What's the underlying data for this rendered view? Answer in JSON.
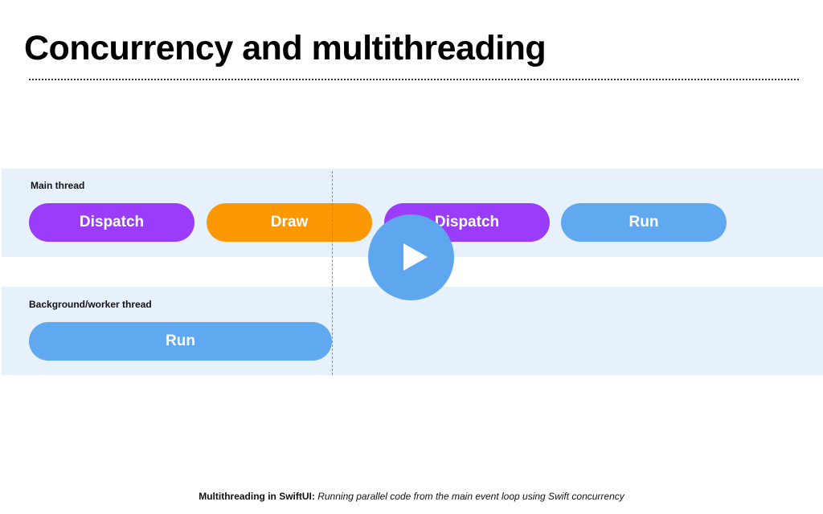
{
  "slide": {
    "title": "Concurrency and multithreading"
  },
  "lanes": {
    "main": {
      "label": "Main thread",
      "tasks": [
        {
          "label": "Dispatch",
          "color": "#9b3cfa"
        },
        {
          "label": "Draw",
          "color": "#fc9803"
        },
        {
          "label": "Dispatch",
          "color": "#9b3cfa"
        },
        {
          "label": "Run",
          "color": "#60a9f0"
        }
      ]
    },
    "background": {
      "label": "Background/worker thread",
      "tasks": [
        {
          "label": "Run",
          "color": "#60a9f0"
        }
      ]
    }
  },
  "player": {
    "play_icon": "play-icon"
  },
  "caption": {
    "bold": "Multithreading in SwiftUI:",
    "italic": "Running parallel code from the main event loop using Swift concurrency"
  }
}
